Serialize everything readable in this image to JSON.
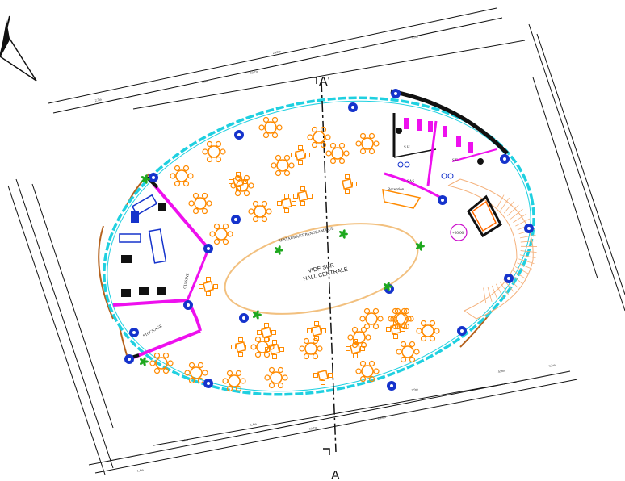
{
  "section_marks": {
    "top": "A'",
    "bottom": "A"
  },
  "labels": {
    "vide_line1": "VIDE SUR",
    "vide_line2": "HALL CENTRALE",
    "restaurant": "RESTAURANT PANORAMIQUE",
    "cuisine": "CUISINE",
    "stockage": "STOCKAGE",
    "sas": "SAS",
    "sh": "S.H",
    "sf": "S.F",
    "reception": "Reception",
    "level_mark": "+20.00"
  },
  "dimensions": {
    "top_outer": [
      "2.7m",
      "7.0m",
      "10.7m",
      "24.0m",
      "5.0m"
    ],
    "bottom_outer": [
      "1.4m",
      "3.6m",
      "5.4m",
      "10.7m",
      "24.4m",
      "5.9m",
      "4.0m",
      "3.3m"
    ]
  },
  "colors": {
    "glazing": "#1fd0e0",
    "walls_pink": "#ee10ee",
    "furniture": "#ff8a00",
    "columns": "#1533cc",
    "plants": "#1ea81e",
    "terrace": "#b5621e",
    "stairs": "#f4b07a",
    "void_ellipse": "#f2c07f"
  }
}
